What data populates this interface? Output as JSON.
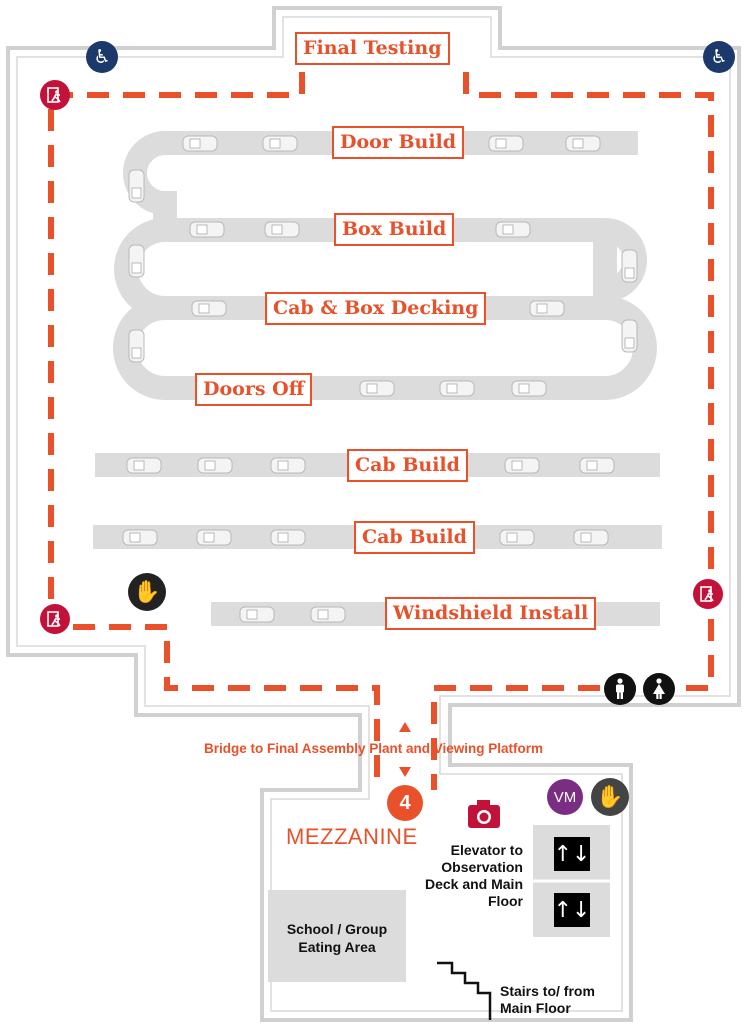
{
  "stations": {
    "final_testing": "Final Testing",
    "door_build": "Door Build",
    "box_build": "Box Build",
    "cab_box_decking": "Cab & Box Decking",
    "doors_off": "Doors Off",
    "cab_build_1": "Cab Build",
    "cab_build_2": "Cab Build",
    "windshield_install": "Windshield Install"
  },
  "labels": {
    "bridge": "Bridge to Final Assembly Plant and Viewing Platform",
    "stop_number": "4",
    "mezzanine": "MEZZANINE",
    "school_area": "School / Group Eating Area",
    "elevator": "Elevator to Observation Deck and Main Floor",
    "stairs": "Stairs to/ from Main Floor",
    "vending": "VM"
  },
  "icons": {
    "accessible": "wheelchair-icon",
    "exit": "emergency-exit-icon",
    "hand": "hand-sanitizer-icon",
    "restroom_men": "men-restroom-icon",
    "restroom_women": "women-restroom-icon",
    "camera": "photo-spot-icon",
    "elevator": "elevator-arrows-icon",
    "stairs": "stairs-icon"
  },
  "colors": {
    "route": "#e8512a",
    "exit": "#c3123a",
    "accessible": "#1b3a6b",
    "vending": "#7b2c83",
    "track": "#dcdcdc",
    "outline": "#d0d0d0"
  }
}
